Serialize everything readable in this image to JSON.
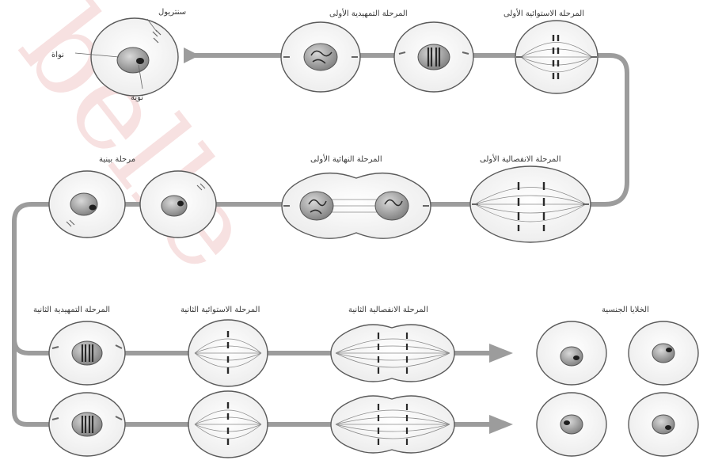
{
  "watermark": "belle",
  "labels": {
    "centriole": "سنتريول",
    "nucleus": "نواة",
    "nucleolus": "نوية",
    "prophase_1": "المرحلة التمهيدية الأولى",
    "metaphase_1": "المرحلة الاستوائية الأولى",
    "anaphase_1": "المرحلة الانفصالية الأولى",
    "telophase_1": "المرحلة النهائية الأولى",
    "interphase": "مرحلة بينية",
    "prophase_2": "المرحلة التمهيدية الثانية",
    "metaphase_2": "المرحلة الاستوائية الثانية",
    "anaphase_2": "المرحلة الانفصالية الثانية",
    "gametes": "الخلايا الجنسية"
  },
  "colors": {
    "path": "#9c9c9c",
    "cell_fill": "#f7f7f7",
    "cell_stroke": "#5a5a5a",
    "nucleus_fill": "#9a9a9a",
    "nucleolus_fill": "#1e1e1e",
    "chromosome": "#2a2a2a",
    "watermark": "#f1c9c9"
  }
}
